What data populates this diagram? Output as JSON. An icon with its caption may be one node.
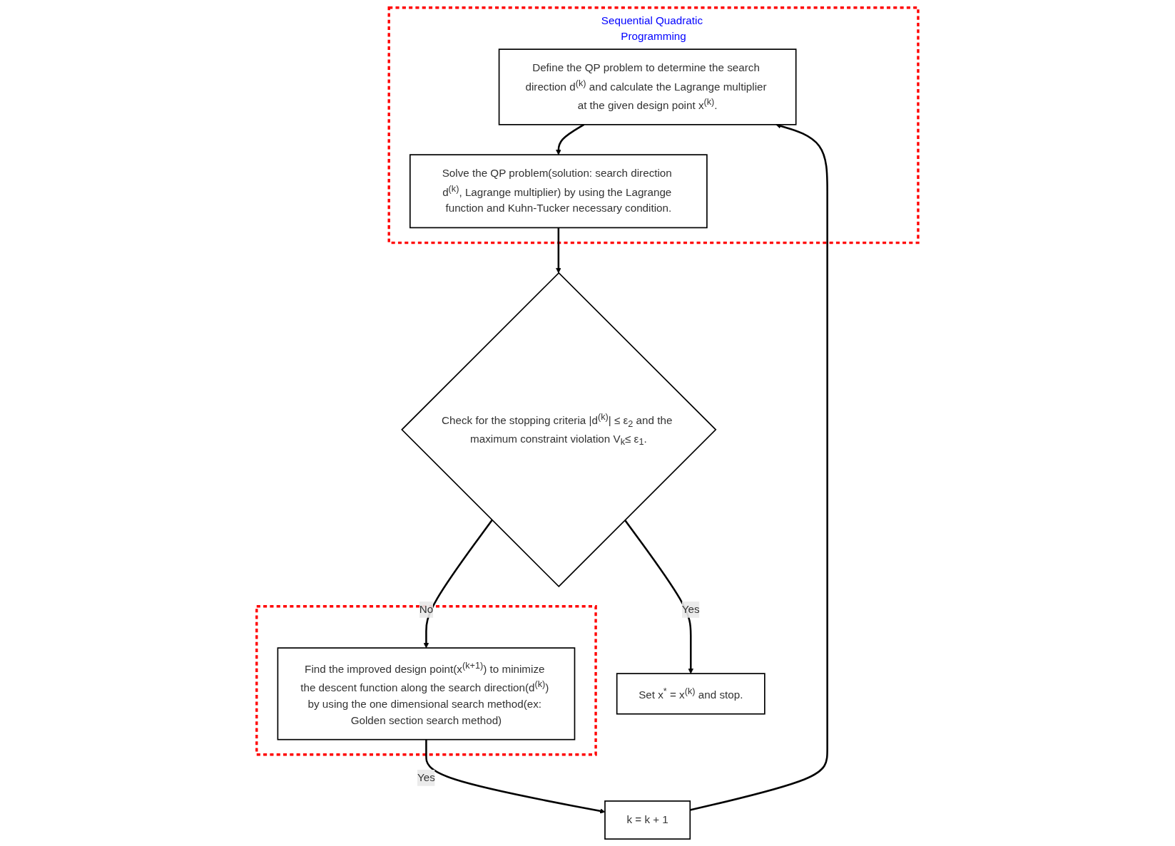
{
  "diagram": {
    "nodes": [
      {
        "text": [
          "Sequential Quadratic Programming"
        ]
      },
      {
        "text": [
          "Define the QP problem to determine the search direction d$^{(k)}$ and calculate the Lagrange multiplier at the given design point x$^{(k)}$."
        ],
        "in": 0
      },
      {
        "text": [
          "Solve the QP problem(solution: search direction d$^{(k)}$, Lagrange multiplier) by using the Lagrange function and Kuhn-Tucker necessary condition."
        ],
        "in": 0
      },
      {
        "text": [
          "Check for the stopping criteria |d$^{(k)}$| ≤ ε$_{2}$ and the maximum constraint violation V$_{k}$≤ ε$_{1}$."
        ]
      },
      {
        "text": [
          "Set x$^{*}$ = x$^{(k)}$ and stop."
        ]
      },
      {
        "text": [],
        "shape": "box"
      },
      {
        "text": [
          "Find the improved design point(x$^{(k+1)}$) to minimize the descent function along the search direction(d$^{(k)}$) by using the one dimensional search method(ex: Golden section search method)"
        ],
        "in": 5
      },
      {
        "text": [
          "k = k + 1"
        ]
      }
    ],
    "edges": [
      {
        "from": 1,
        "to": 2,
        "arrow": "to"
      },
      {
        "from": 2,
        "to": 3,
        "arrow": "to"
      },
      {
        "from": 3,
        "to": 4,
        "arrow": "to",
        "label": "Yes"
      },
      {
        "from": 3,
        "to": 6,
        "arrow": "to",
        "label": "No"
      },
      {
        "from": 6,
        "to": 7,
        "arrow": "to",
        "label": "Yes"
      },
      {
        "from": 7,
        "to": 1,
        "arrow": "to"
      }
    ]
  }
}
